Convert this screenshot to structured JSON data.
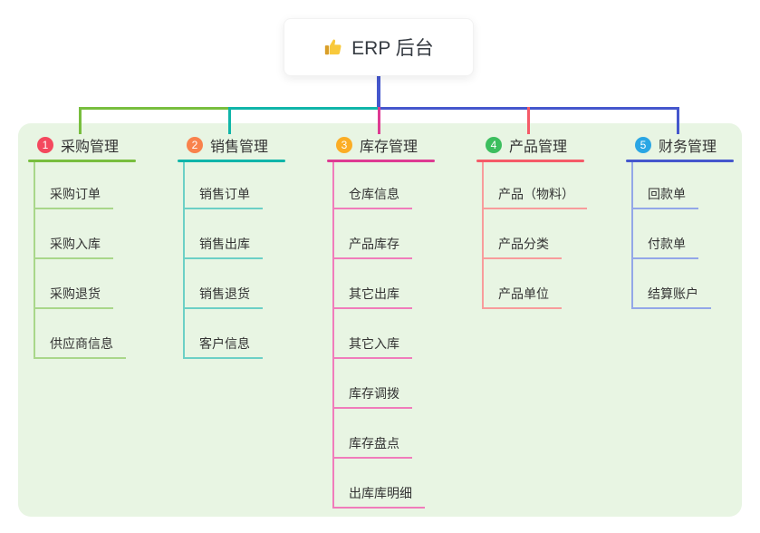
{
  "root": {
    "icon": "thumbs-up-icon",
    "label": "ERP 后台"
  },
  "canvas": {
    "background": "#ffffff",
    "panel_background": "#E8F5E3"
  },
  "connector_colors": {
    "root_line": "#4557CD"
  },
  "branches": [
    {
      "badge": "1",
      "title": "采购管理",
      "badge_color": "#F4485E",
      "line_color": "#78BE3E",
      "child_line_color": "#A9D78A",
      "children": [
        "采购订单",
        "采购入库",
        "采购退货",
        "供应商信息"
      ]
    },
    {
      "badge": "2",
      "title": "销售管理",
      "badge_color": "#F9824C",
      "line_color": "#10B5A9",
      "child_line_color": "#6CD0C6",
      "children": [
        "销售订单",
        "销售出库",
        "销售退货",
        "客户信息"
      ]
    },
    {
      "badge": "3",
      "title": "库存管理",
      "badge_color": "#FBAD25",
      "line_color": "#DE3A92",
      "child_line_color": "#F07CBB",
      "children": [
        "仓库信息",
        "产品库存",
        "其它出库",
        "其它入库",
        "库存调拨",
        "库存盘点",
        "出库库明细"
      ]
    },
    {
      "badge": "4",
      "title": "产品管理",
      "badge_color": "#3CBE5E",
      "line_color": "#F55A68",
      "child_line_color": "#F89C9C",
      "children": [
        "产品（物料）",
        "产品分类",
        "产品单位"
      ]
    },
    {
      "badge": "5",
      "title": "财务管理",
      "badge_color": "#2AA6E4",
      "line_color": "#4557CD",
      "child_line_color": "#93A7E8",
      "children": [
        "回款单",
        "付款单",
        "结算账户"
      ]
    }
  ]
}
